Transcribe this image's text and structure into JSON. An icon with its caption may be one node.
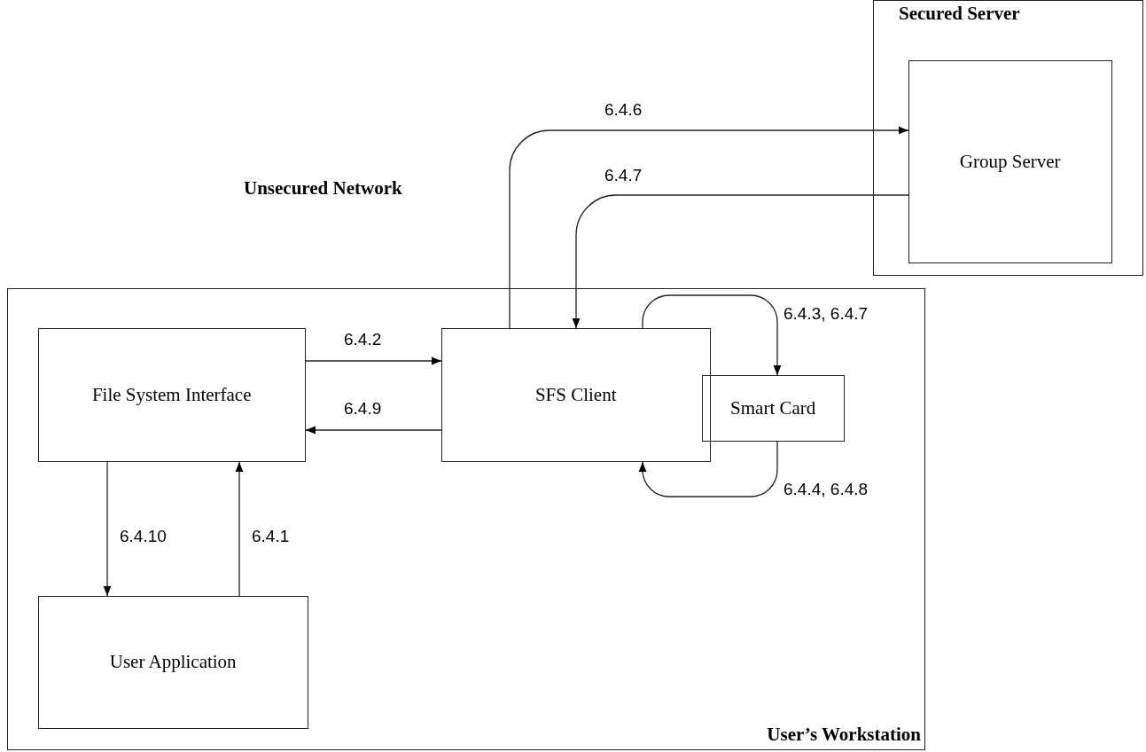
{
  "diagram": {
    "nodes": [
      {
        "text": [
          "Secured Server"
        ]
      },
      {
        "text": [
          "Group Server"
        ],
        "in": 0
      },
      {
        "text": [
          "User’s Workstation"
        ]
      },
      {
        "text": [
          "File System Interface"
        ],
        "in": 2
      },
      {
        "text": [
          "SFS Client"
        ],
        "in": 2
      },
      {
        "text": [
          "Smart Card"
        ],
        "in": 2
      },
      {
        "text": [
          "User Application"
        ],
        "in": 2
      }
    ],
    "edges": [
      {
        "from": 4,
        "to": 1,
        "arrow": "to",
        "label": "6.4.6"
      },
      {
        "from": 1,
        "to": 4,
        "arrow": "to",
        "label": "6.4.7"
      },
      {
        "from": 4,
        "to": 5,
        "arrow": "to",
        "label": "6.4.3, 6.4.7"
      },
      {
        "from": 5,
        "to": 4,
        "arrow": "to",
        "label": "6.4.4, 6.4.8"
      },
      {
        "from": 3,
        "to": 4,
        "arrow": "to",
        "label": "6.4.2"
      },
      {
        "from": 4,
        "to": 3,
        "arrow": "to",
        "label": "6.4.9"
      },
      {
        "from": 3,
        "to": 6,
        "arrow": "to",
        "label": "6.4.10"
      },
      {
        "from": 6,
        "to": 3,
        "arrow": "to",
        "label": "6.4.1"
      }
    ],
    "labels": [
      "Unsecured Network"
    ]
  }
}
